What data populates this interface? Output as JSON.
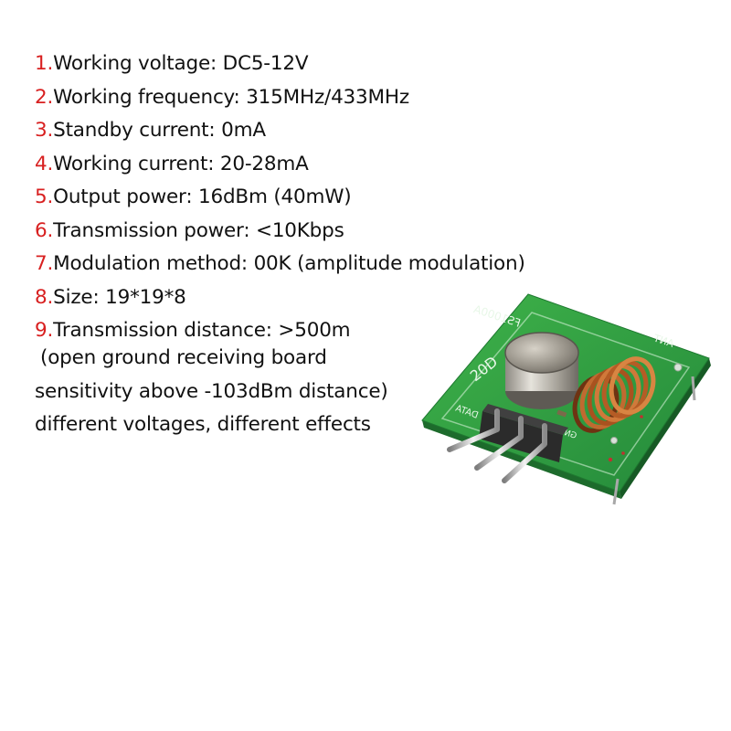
{
  "specs": [
    {
      "num": "1",
      "text": "Working voltage: DC5-12V"
    },
    {
      "num": "2",
      "text": "Working frequency: 315MHz/433MHz"
    },
    {
      "num": "3",
      "text": "Standby current: 0mA"
    },
    {
      "num": "4",
      "text": "Working current: 20-28mA"
    },
    {
      "num": "5",
      "text": "Output power: 16dBm (40mW)"
    },
    {
      "num": "6",
      "text": "Transmission power: <10Kbps"
    },
    {
      "num": "7",
      "text": "Modulation method: 00K (amplitude modulation)"
    },
    {
      "num": "8",
      "text": "Size: 19*19*8"
    },
    {
      "num": "9",
      "text": "Transmission distance: >500m"
    }
  ],
  "notes": [
    "(open ground receiving board",
    "sensitivity above -103dBm distance)",
    "different voltages, different effects"
  ],
  "board_silkscreen": {
    "model": "FS1000A",
    "ant": "ANT",
    "data": "DATA",
    "gnd": "GND",
    "partial": "20D"
  },
  "colors": {
    "number_red": "#d82020",
    "text": "#111111",
    "pcb_green": "#2f9e3c",
    "coil_copper": "#b8602a"
  }
}
